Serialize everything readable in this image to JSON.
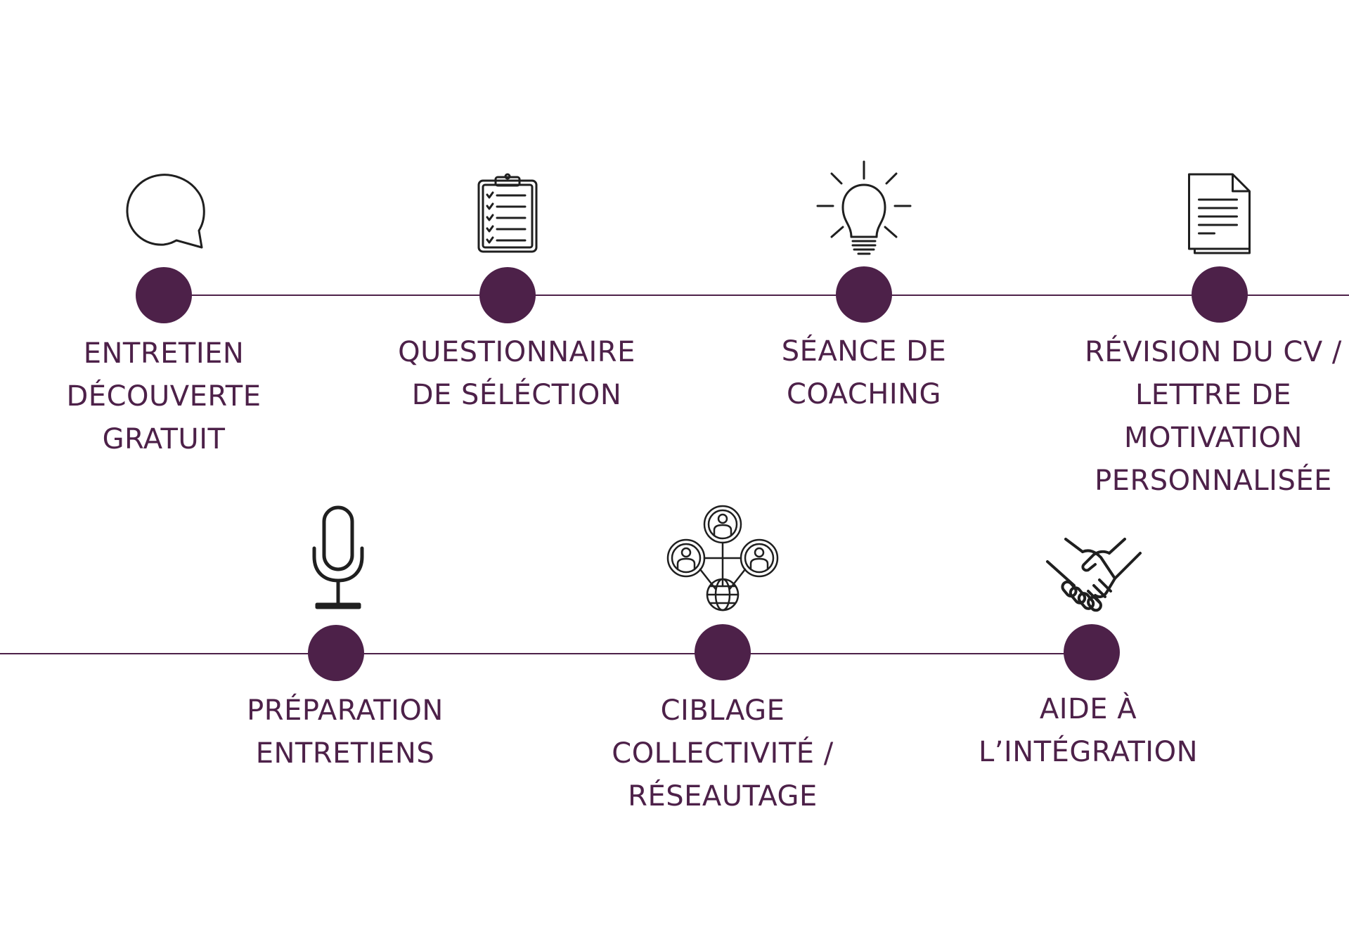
{
  "colors": {
    "accent": "#4d2149",
    "icon_stroke": "#1f1f1f",
    "background": "#ffffff"
  },
  "steps": [
    {
      "id": "entretien",
      "icon": "speech-bubble-icon",
      "label": "ENTRETIEN\nDÉCOUVERTE\nGRATUIT"
    },
    {
      "id": "questionnaire",
      "icon": "clipboard-checklist-icon",
      "label": "QUESTIONNAIRE\nDE SÉLÉCTION"
    },
    {
      "id": "coaching",
      "icon": "lightbulb-icon",
      "label": "SÉANCE DE\nCOACHING"
    },
    {
      "id": "revision",
      "icon": "document-icon",
      "label": "RÉVISION DU CV /\nLETTRE DE\nMOTIVATION\nPERSONNALISÉE"
    },
    {
      "id": "preparation",
      "icon": "microphone-icon",
      "label": "PRÉPARATION\nENTRETIENS"
    },
    {
      "id": "ciblage",
      "icon": "network-people-icon",
      "label": "CIBLAGE\nCOLLECTIVITÉ /\nRÉSEAUTAGE"
    },
    {
      "id": "integration",
      "icon": "handshake-icon",
      "label": "AIDE À\nL’INTÉGRATION"
    }
  ]
}
